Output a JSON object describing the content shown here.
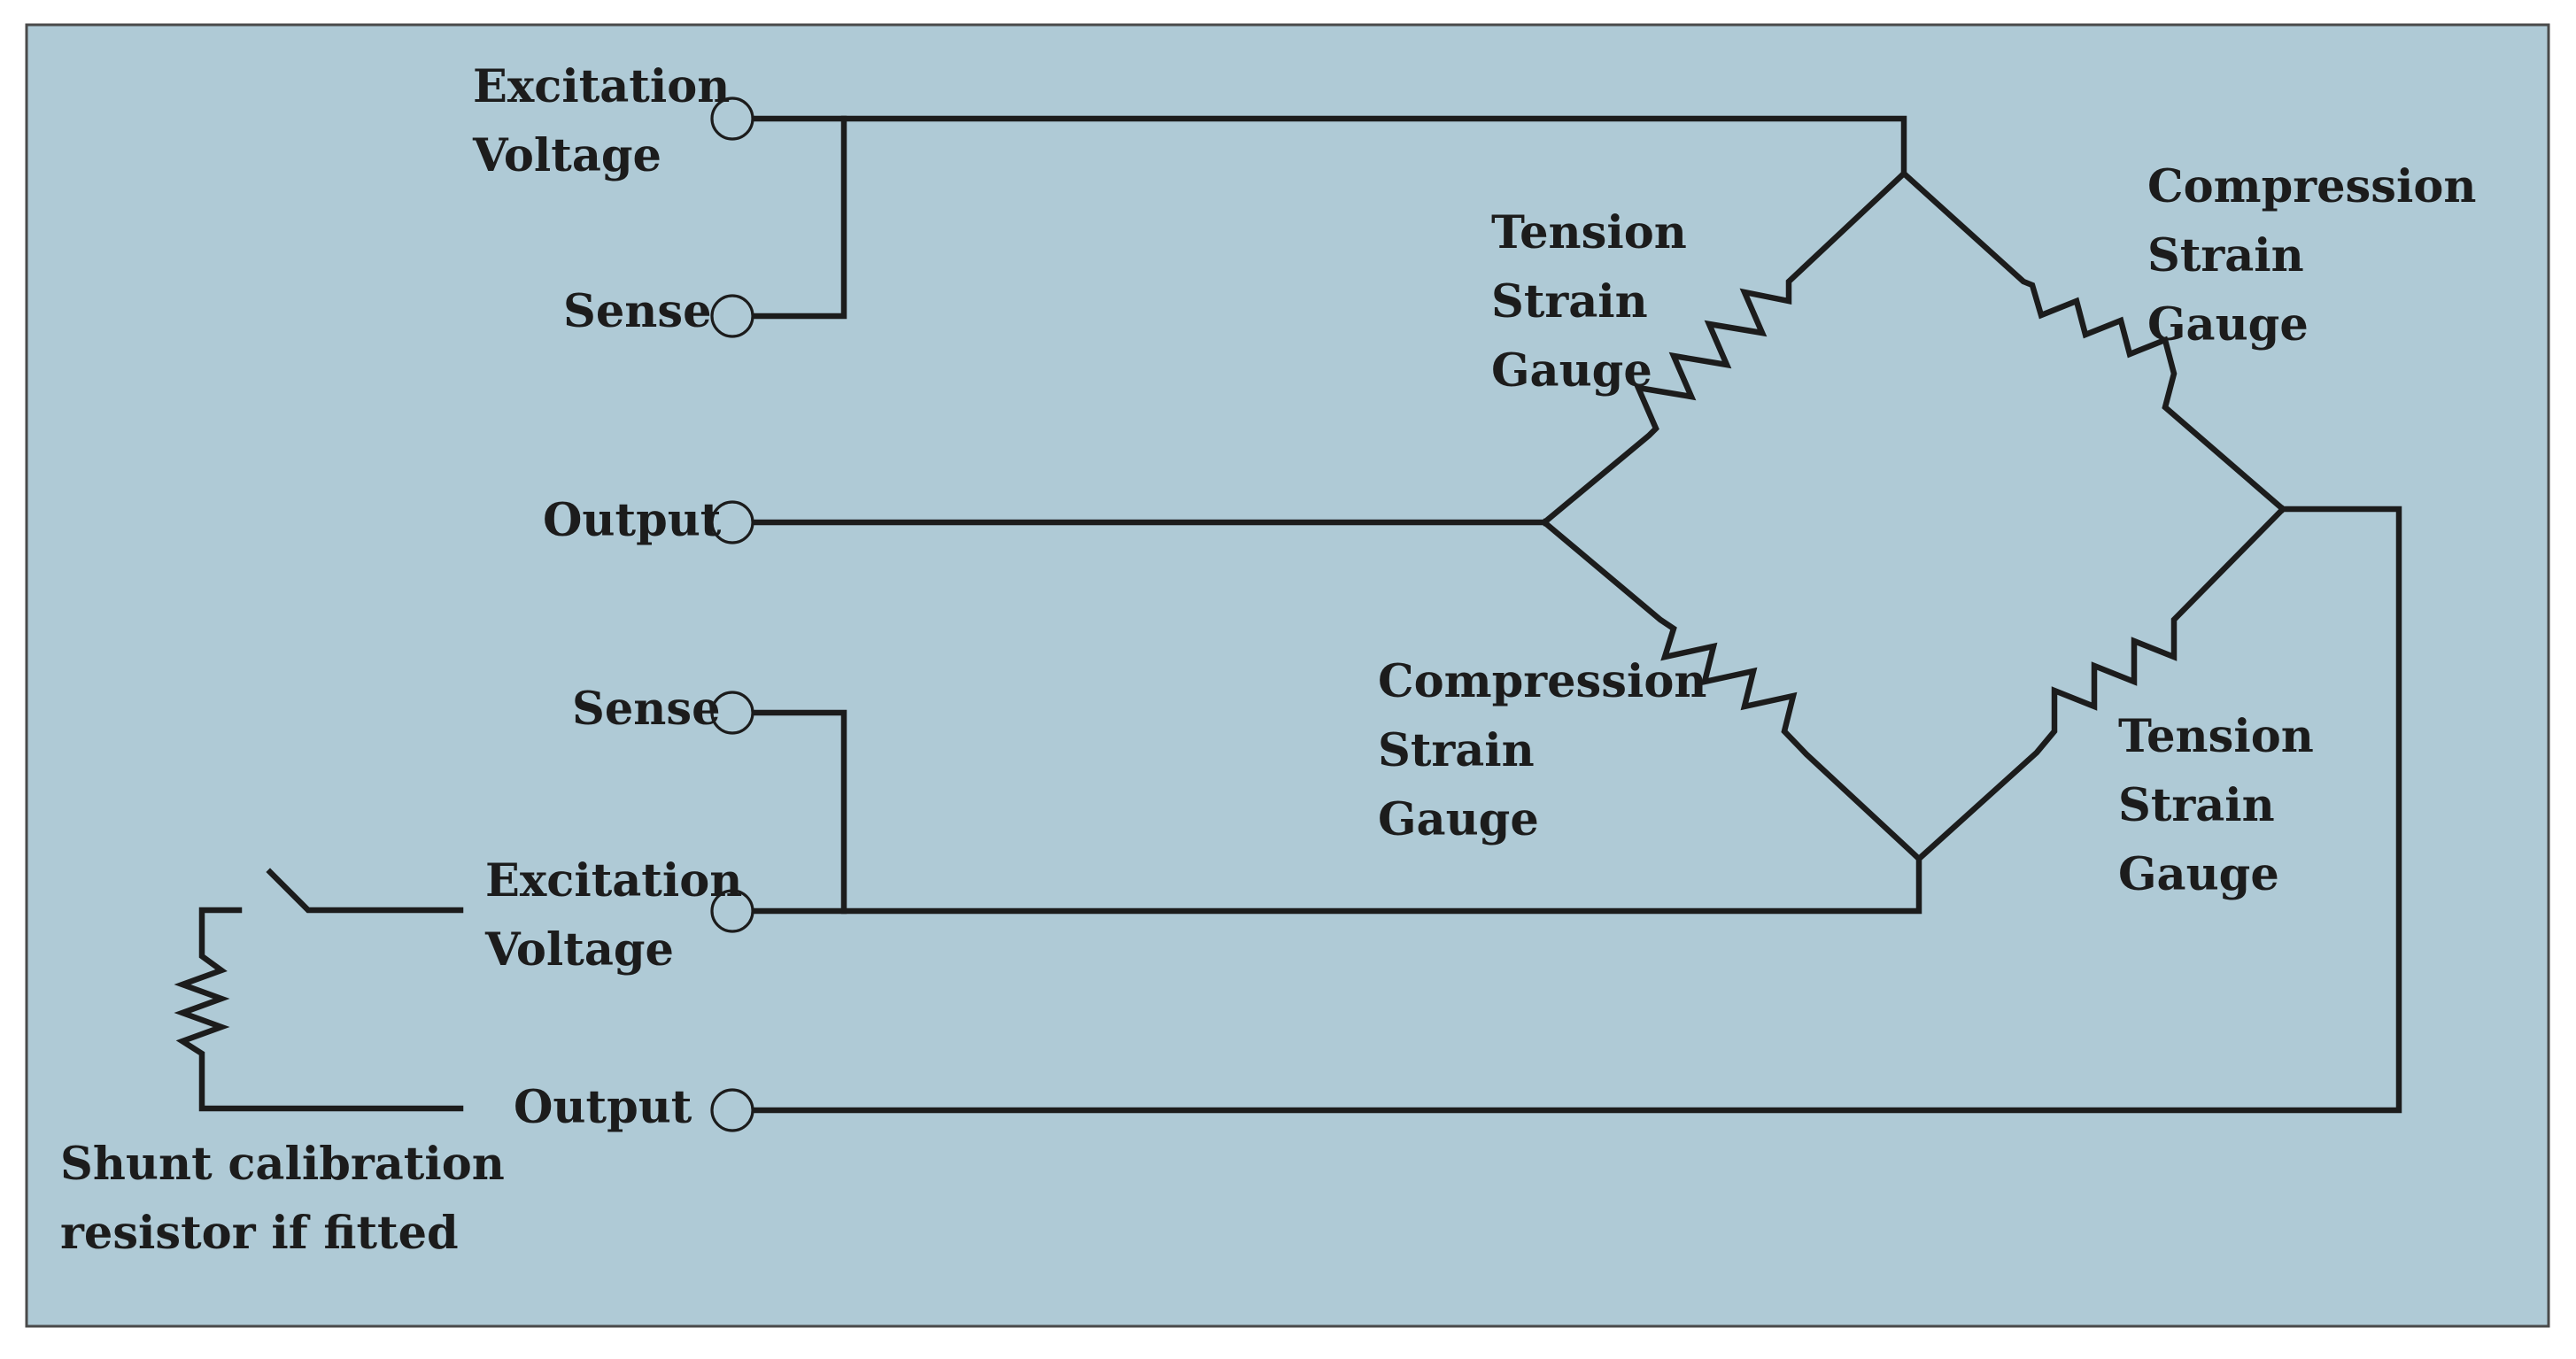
{
  "colors": {
    "background": "#afcad6",
    "line": "#1c1c1c",
    "page": "#ffffff"
  },
  "labels": {
    "top_excitation": [
      "Excitation",
      "Voltage"
    ],
    "top_sense": "Sense",
    "left_output": "Output",
    "bottom_sense": "Sense",
    "bottom_excitation": [
      "Excitation",
      "Voltage"
    ],
    "bottom_output": "Output",
    "shunt_note": [
      "Shunt calibration",
      "resistor if fitted"
    ],
    "gauge_top_left": [
      "Tension",
      "Strain",
      "Gauge"
    ],
    "gauge_top_right": [
      "Compression",
      "Strain",
      "Gauge"
    ],
    "gauge_bottom_left": [
      "Compression",
      "Strain",
      "Gauge"
    ],
    "gauge_bottom_right": [
      "Tension",
      "Strain",
      "Gauge"
    ]
  }
}
